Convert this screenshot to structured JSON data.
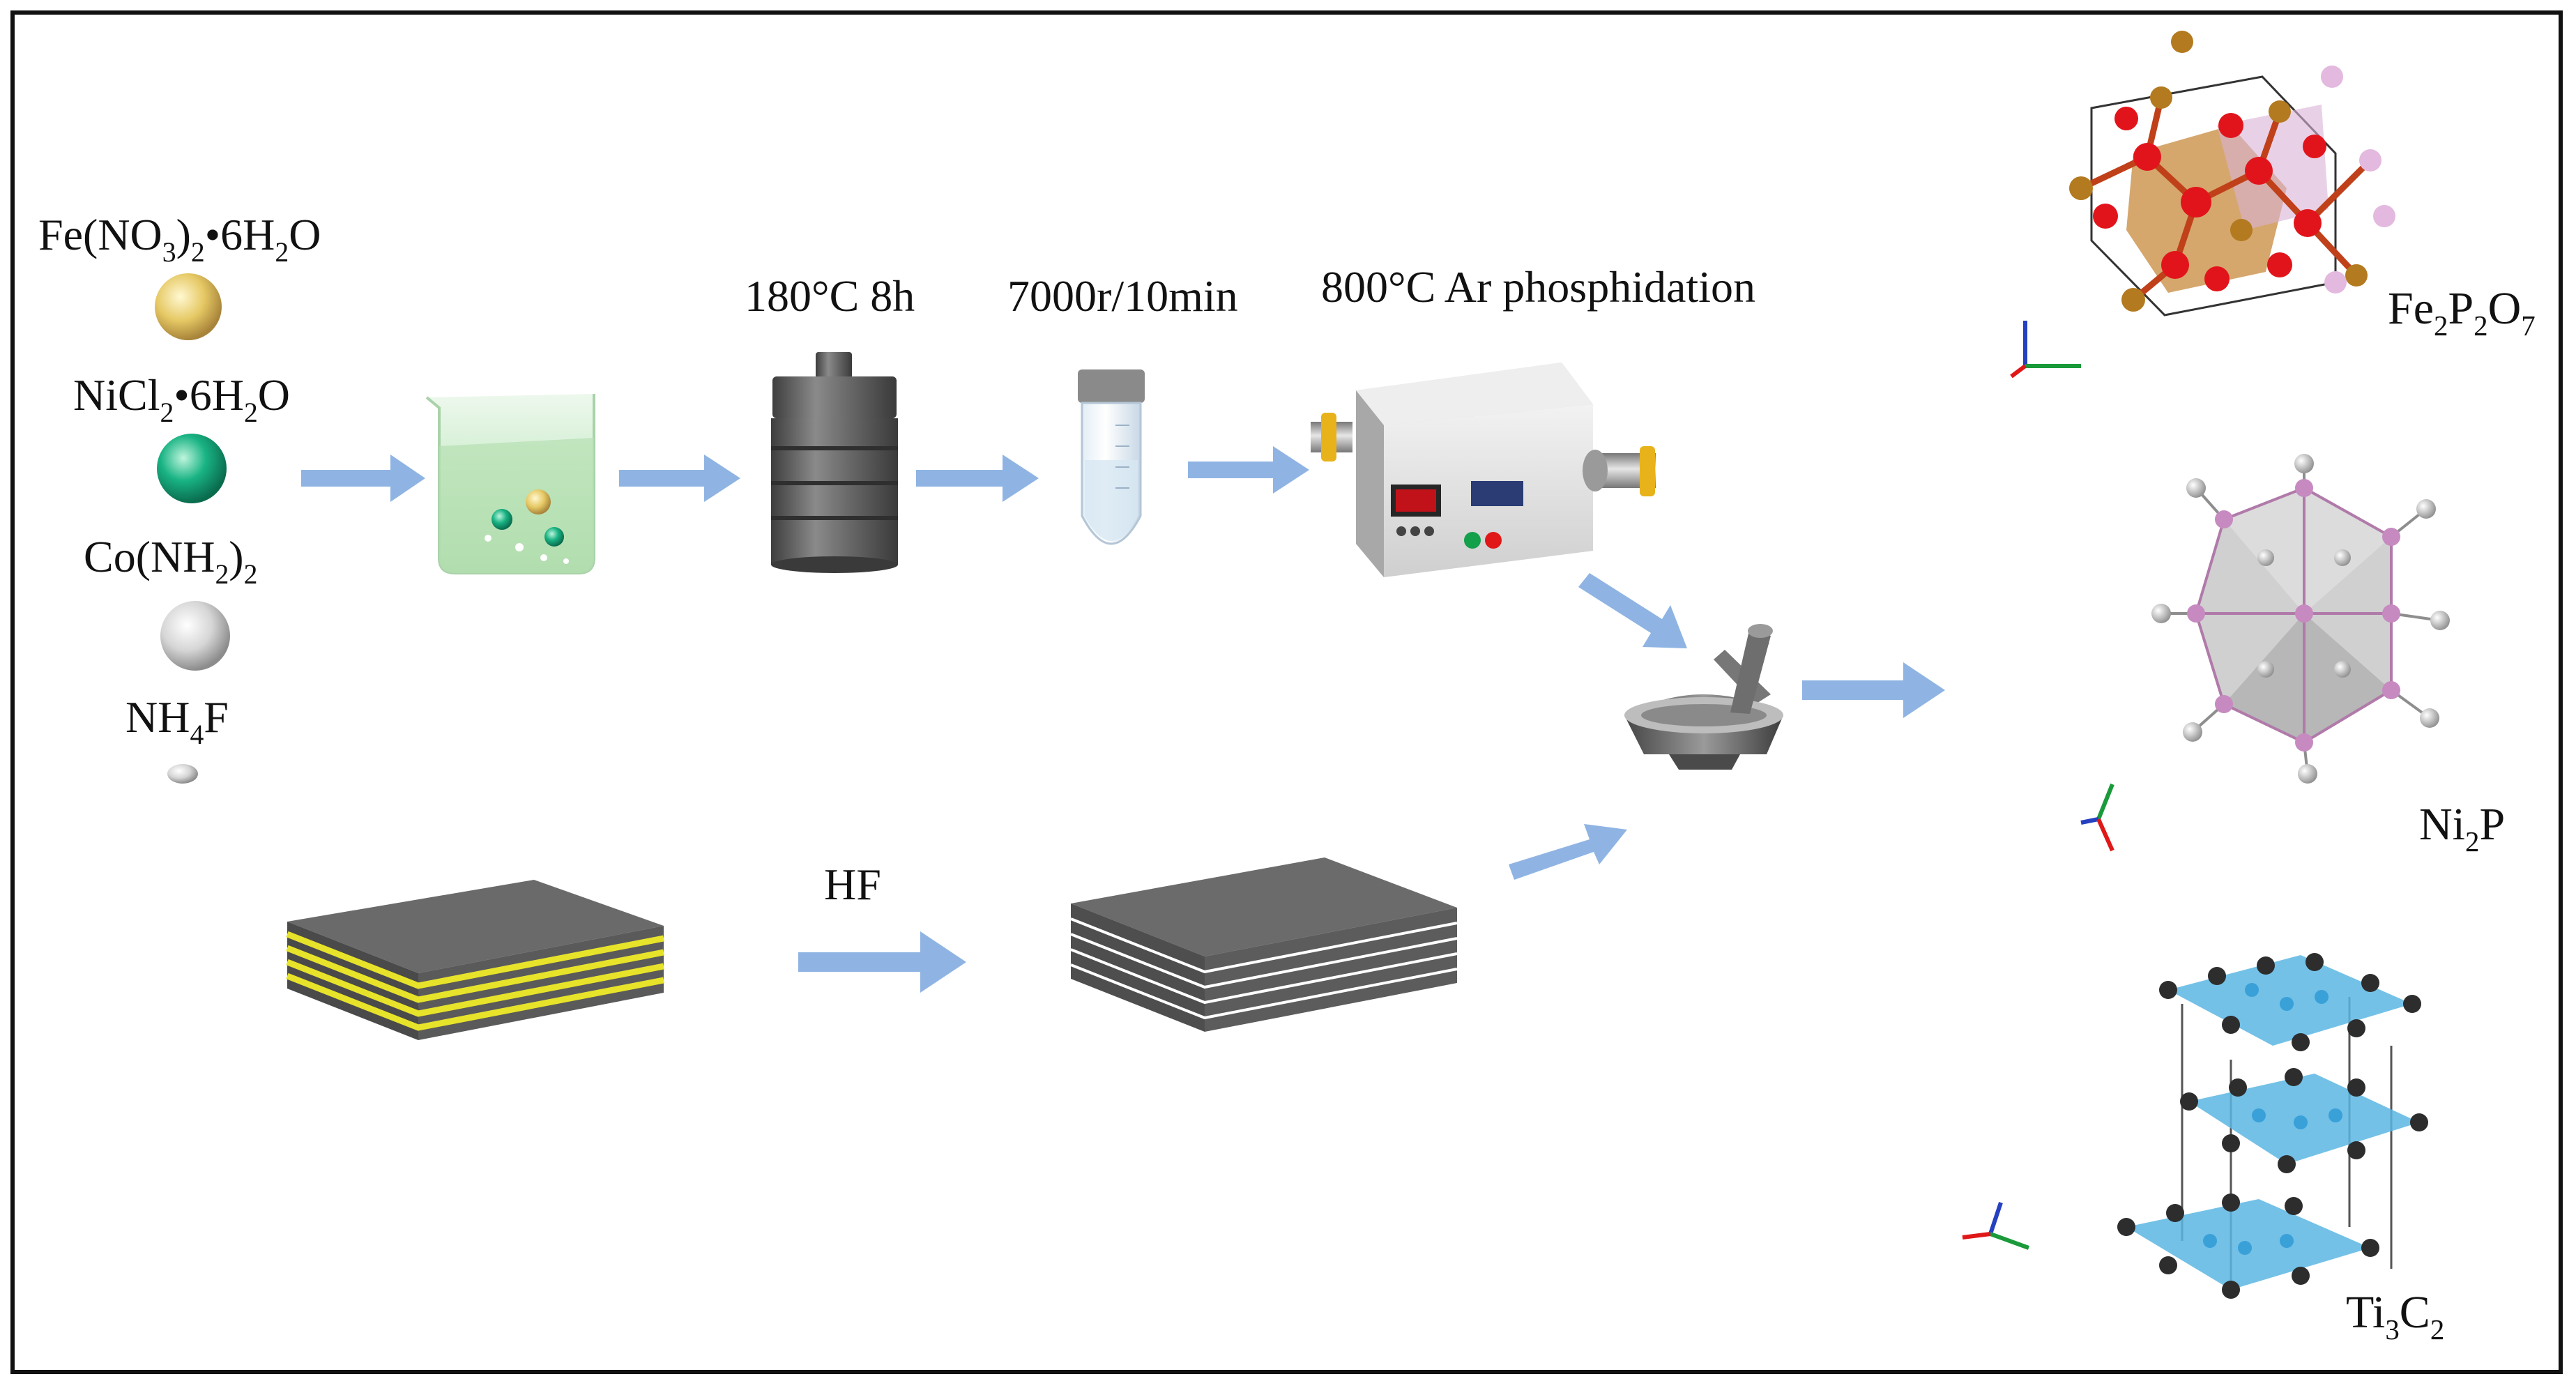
{
  "reagents": {
    "fe_pre": "Fe(NO",
    "fe_s1": "3",
    "fe_mid": ")",
    "fe_s2": "2",
    "fe_post": "•6H",
    "fe_s3": "2",
    "fe_end": "O",
    "ni_pre": "NiCl",
    "ni_s1": "2",
    "ni_post": "•6H",
    "ni_s2": "2",
    "ni_end": "O",
    "co_pre": "Co(NH",
    "co_s1": "2",
    "co_mid": ")",
    "co_s2": "2",
    "nh_pre": "NH",
    "nh_s1": "4",
    "nh_end": "F"
  },
  "conditions": {
    "hydrothermal": "180°C 8h",
    "centrifuge": "7000r/10min",
    "phosphidation": "800°C Ar phosphidation",
    "etch": "HF"
  },
  "crystals": {
    "fe_a": "Fe",
    "fe_s1": "2",
    "fe_b": "P",
    "fe_s2": "2",
    "fe_c": "O",
    "fe_s3": "7",
    "ni_a": "Ni",
    "ni_s1": "2",
    "ni_b": "P",
    "ti_a": "Ti",
    "ti_s1": "3",
    "ti_b": "C",
    "ti_s2": "2"
  },
  "colors": {
    "arrow": "#8fb4e3",
    "fe_sphere": "#e3c55e",
    "ni_sphere": "#19b383",
    "co_sphere": "#c9c9c9",
    "solution": "#bfe6bf",
    "autoclave": "#5f5f5f",
    "maxene_layer": "#e7e32a",
    "stack_top": "#6a6a6a",
    "fe_atom": "#e2141b",
    "fe_poly": "#c78a3c",
    "ni_poly": "#c5c5c5",
    "ni_atom": "#c68ac0",
    "ti_poly": "#5bb6e3",
    "ti_atom": "#2d2d2d"
  }
}
